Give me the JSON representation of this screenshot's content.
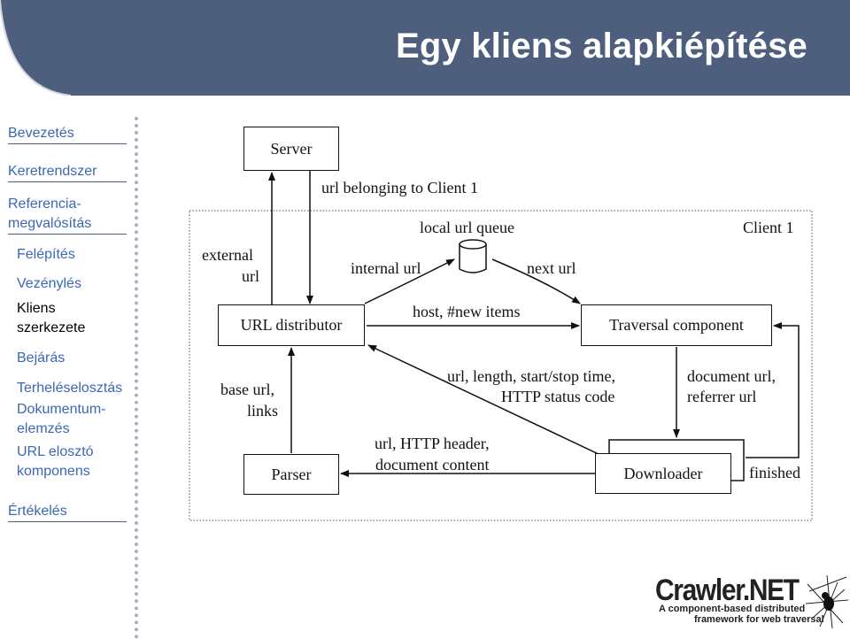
{
  "header": {
    "title": "Egy kliens alapkiépítése"
  },
  "sidebar": {
    "items": [
      {
        "label": "Bevezetés"
      },
      {
        "label": "Keretrendszer"
      },
      {
        "label": "Referencia-",
        "label2": "megvalósítás"
      },
      {
        "label": "Felépítés"
      },
      {
        "label": "Vezénylés"
      },
      {
        "label": "Kliens",
        "label2": "szerkezete"
      },
      {
        "label": "Bejárás"
      },
      {
        "label": "Terheléselosztás"
      },
      {
        "label": "Dokumentum-",
        "label2": "elemzés"
      },
      {
        "label": "URL elosztó",
        "label2": "komponens"
      },
      {
        "label": "Értékelés"
      }
    ]
  },
  "diagram": {
    "server": "Server",
    "url_belonging": "url belonging to Client 1",
    "client_label": "Client 1",
    "local_queue": "local url queue",
    "internal_url": "internal url",
    "next_url": "next url",
    "external_url_1": "external",
    "external_url_2": "url",
    "url_distributor": "URL distributor",
    "host_items": "host, #new items",
    "traversal": "Traversal component",
    "base_url_1": "base url,",
    "base_url_2": "links",
    "url_length_1": "url, length, start/stop time,",
    "url_length_2": "HTTP status code",
    "doc_url_1": "document url,",
    "doc_url_2": "referrer url",
    "parser": "Parser",
    "http_header_1": "url, HTTP header,",
    "http_header_2": "document content",
    "downloader": "Downloader",
    "finished": "finished"
  },
  "logo": {
    "main": "Crawler.NET",
    "sub1": "A component-based distributed",
    "sub2": "framework for web traversal"
  }
}
